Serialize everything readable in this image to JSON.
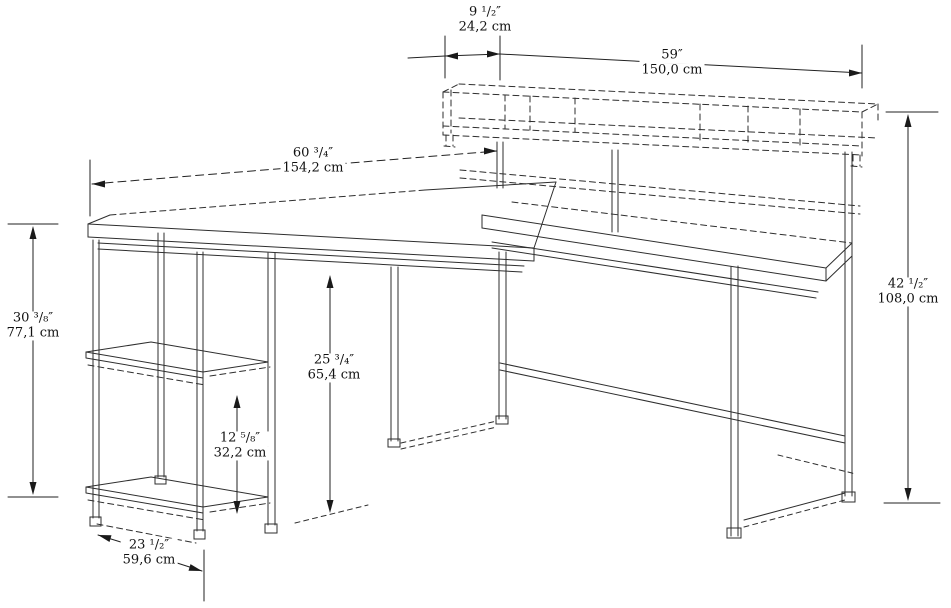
{
  "title": "L-shaped gaming desk with hutch — dimension diagram",
  "units": {
    "imperial": "inches",
    "metric": "cm"
  },
  "dimensions": {
    "hutch_depth": {
      "in": "9 ¹/₂″",
      "cm": "24,2 cm"
    },
    "hutch_width": {
      "in": "59″",
      "cm": "150,0 cm"
    },
    "desktop_length": {
      "in": "60 ³/₄″",
      "cm": "154,2 cm"
    },
    "desk_height": {
      "in": "30 ³/₈″",
      "cm": "77,1 cm"
    },
    "clearance_height": {
      "in": "25 ³/₄″",
      "cm": "65,4 cm"
    },
    "shelf_spacing": {
      "in": "12 ⁵/₈″",
      "cm": "32,2 cm"
    },
    "overall_height": {
      "in": "42 ¹/₂″",
      "cm": "108,0 cm"
    },
    "desk_depth": {
      "in": "23 ¹/₂″",
      "cm": "59,6 cm"
    }
  },
  "colors": {
    "line": "#2e2e2e",
    "dim_line": "#222222",
    "text": "#111111",
    "background": "#ffffff"
  }
}
